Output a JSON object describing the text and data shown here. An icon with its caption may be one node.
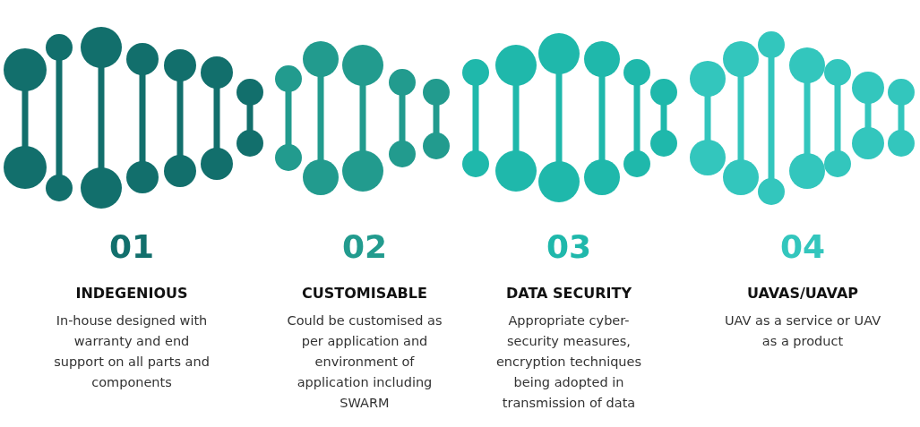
{
  "diagram": {
    "labels": [
      "01",
      "INDEGENIOUS",
      "In-house designed with warranty and end support on all parts and components",
      "02",
      "CUSTOMISABLE",
      "Could be customised as per application and environment of application including SWARM",
      "03",
      "DATA SECURITY",
      "Appropriate cyber-security measures, encryption techniques being adopted in transmission of data",
      "04",
      "UAVAS/UAVAP",
      "UAV as a service or UAV as a product"
    ]
  }
}
